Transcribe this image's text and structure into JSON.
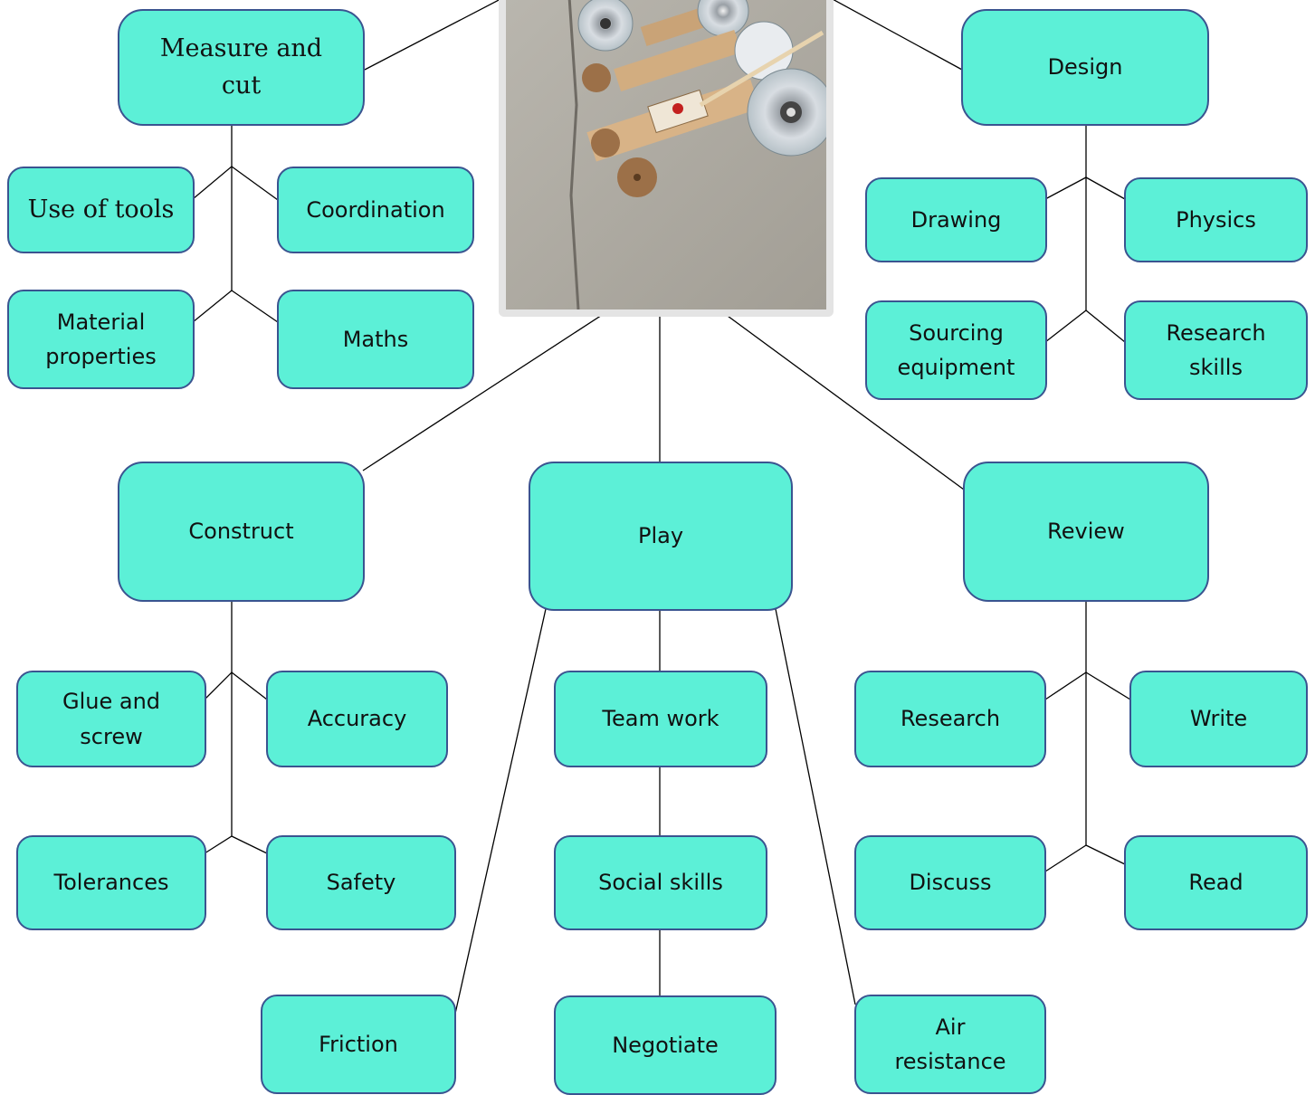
{
  "photo": {
    "subject": "mousetrap-cars-photo"
  },
  "nodes": {
    "measure": "Measure and\ncut",
    "use_tools": "Use of tools",
    "coordination": "Coordination",
    "material": "Material\nproperties",
    "maths": "Maths",
    "design": "Design",
    "drawing": "Drawing",
    "physics": "Physics",
    "sourcing": "Sourcing\nequipment",
    "research_skills": "Research\nskills",
    "construct": "Construct",
    "play": "Play",
    "review": "Review",
    "glue": "Glue and\nscrew",
    "accuracy": "Accuracy",
    "tolerances": "Tolerances",
    "safety": "Safety",
    "teamwork": "Team work",
    "social": "Social skills",
    "negotiate": "Negotiate",
    "friction": "Friction",
    "air": "Air\nresistance",
    "research": "Research",
    "write": "Write",
    "discuss": "Discuss",
    "read": "Read"
  },
  "colors": {
    "node_fill": "#5cf0d7",
    "node_border": "#3a5490",
    "line": "#000000"
  }
}
